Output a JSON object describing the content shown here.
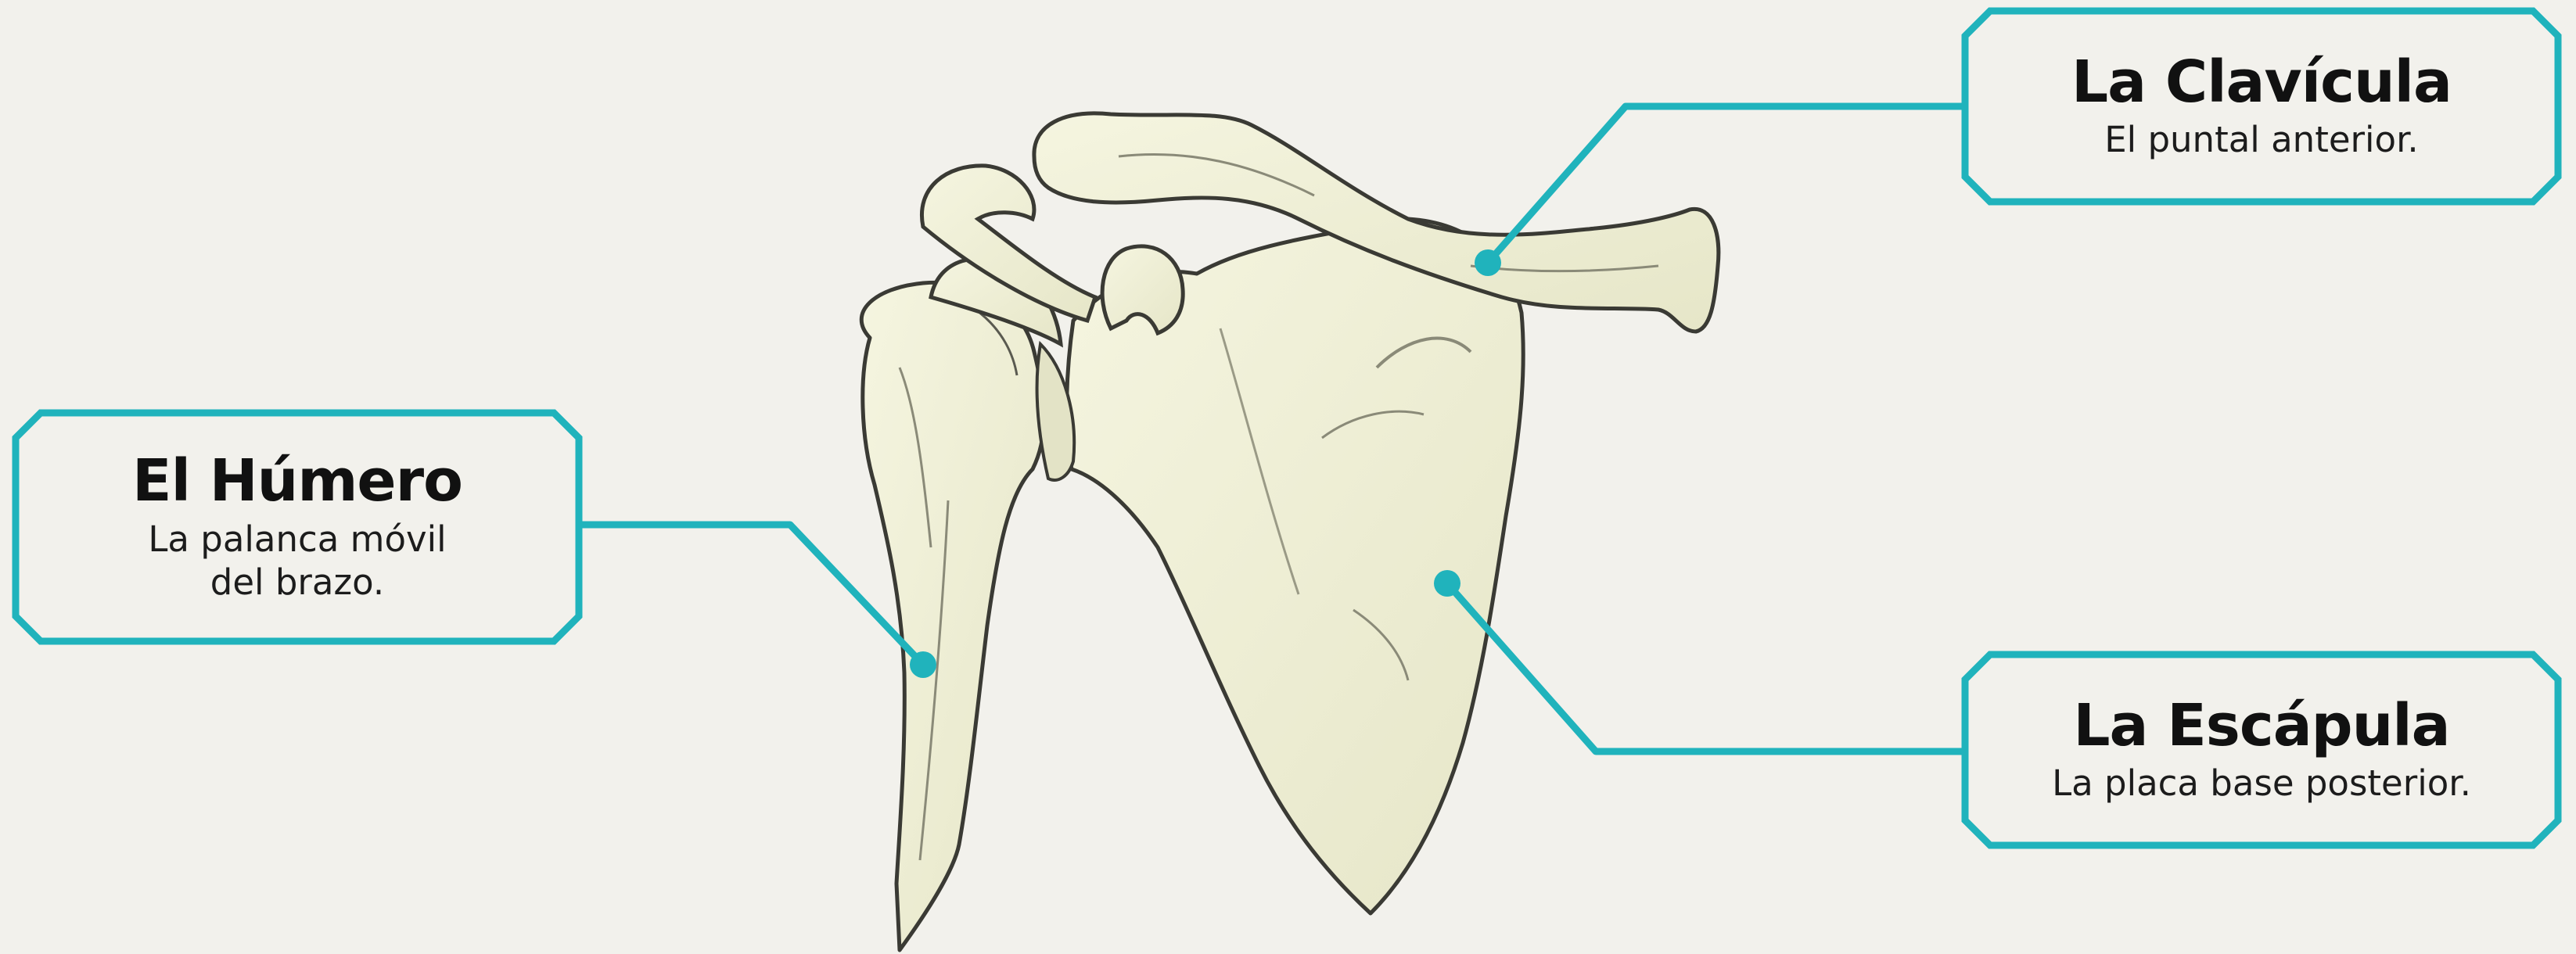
{
  "labels": {
    "humerus": {
      "title": "El Húmero",
      "description_lines": [
        "La palanca móvil",
        "del brazo."
      ]
    },
    "clavicle": {
      "title": "La Clavícula",
      "description_lines": [
        "El puntal anterior."
      ]
    },
    "scapula": {
      "title": "La Escápula",
      "description_lines": [
        "La placa base posterior."
      ]
    }
  },
  "colors": {
    "background": "#f2f1ec",
    "accent": "#20b3bc",
    "bone_fill": "#eeeed3",
    "bone_outline": "#3a3a34"
  }
}
